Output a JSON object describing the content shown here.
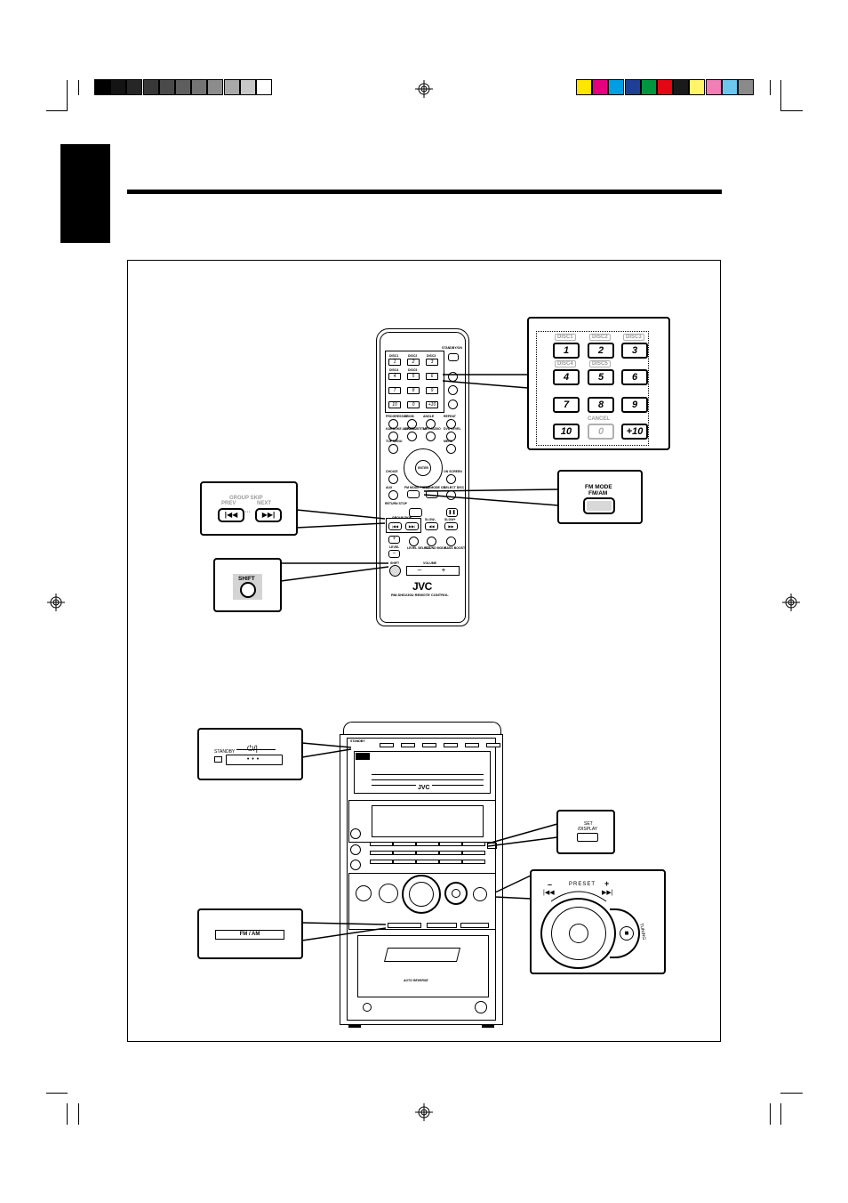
{
  "colors": {
    "grey_scale": [
      "#000000",
      "#141414",
      "#262626",
      "#383838",
      "#4a4a4a",
      "#5e5e5e",
      "#747474",
      "#8c8c8c",
      "#a8a8a8",
      "#c8c8c8",
      "#ffffff"
    ],
    "color_bar": [
      "#ffe600",
      "#e6007e",
      "#009fe3",
      "#1d3f95",
      "#00963f",
      "#e30613",
      "#1a1a1a",
      "#fff46b",
      "#ef7fb5",
      "#6ec6ee",
      "#8a8a8a"
    ]
  },
  "remote": {
    "top_label": "STANDBY/ON",
    "disc_tops": [
      "DISC1",
      "DISC2",
      "DISC3",
      "DISC4",
      "DISC5"
    ],
    "numbers": [
      "1",
      "2",
      "3",
      "4",
      "5",
      "6",
      "7",
      "8",
      "9",
      "10",
      "0",
      "+10"
    ],
    "rows": [
      [
        "PROGRESSIVE",
        "ZOOM",
        "ANGLE",
        "REPEAT"
      ],
      [
        "KARAOKE ADJUST",
        "MPX SUBTITLE",
        "MPX AUDIO",
        "DVD LEVEL"
      ],
      [
        "TOP MENU",
        "",
        "",
        "MENU"
      ],
      [
        "CHOICE",
        "",
        "",
        "ON SCREEN"
      ],
      [
        "AUX",
        "FM MODE FM/AM",
        "DSC MODE CD",
        "SELECT DISC"
      ]
    ],
    "enter_label": "ENTER",
    "return_label": "RETURN STOP",
    "group_skip_label": "GROUP SKIP",
    "slow_minus": "SLOW–",
    "slow_plus": "SLOW+",
    "level_label": "LEVEL",
    "level_select": "LEVEL SELECT",
    "sound_label": "SOUND MODE",
    "bass_label": "BASS BOOST",
    "shift_label": "SHIFT",
    "volume_label": "VOLUME",
    "brand": "JVC",
    "model": "RM-SHD230U REMOTE CONTROL"
  },
  "disc_callout": {
    "disc_labels": [
      "DISC1",
      "DISC2",
      "DISC3",
      "DISC4",
      "DISC5"
    ],
    "cancel_label": "CANCEL",
    "keys": [
      "1",
      "2",
      "3",
      "4",
      "5",
      "6",
      "7",
      "8",
      "9",
      "10",
      "0",
      "+10"
    ]
  },
  "fm_callout": {
    "line1": "FM MODE",
    "line2": "FM/AM"
  },
  "group_callout": {
    "title": "GROUP SKIP",
    "prev": "PREV",
    "next": "NEXT"
  },
  "shift_callout": {
    "label": "SHIFT"
  },
  "unit": {
    "brand": "JVC",
    "cassette_label": "AUTO REVERSE",
    "standby_label": "STANDBY"
  },
  "standby_callout": {
    "label": "STANDBY",
    "symbol": "⏻/|"
  },
  "setdisplay_callout": {
    "line1": "SET",
    "line2": "/DISPLAY"
  },
  "fmam_callout": {
    "label": "FM / AM"
  },
  "preset_callout": {
    "label": "PRESET",
    "minus": "–",
    "plus": "+",
    "tuning": "TUNING"
  }
}
